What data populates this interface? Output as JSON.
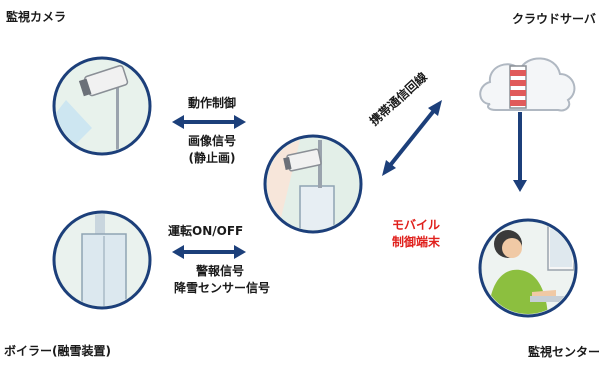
{
  "labels": {
    "camera": "監視カメラ",
    "boiler": "ボイラー(融雪装置)",
    "cloud": "クラウドサーバ",
    "center": "監視センター",
    "mobile_line": "携帯通信回線",
    "mobile_term_1": "モバイル",
    "mobile_term_2": "制御端末",
    "ctrl_1": "動作制御",
    "ctrl_2": "画像信号",
    "ctrl_3": "(静止画)",
    "boiler_1": "運転ON/OFF",
    "boiler_2": "警報信号",
    "boiler_3": "降雪センサー信号"
  },
  "colors": {
    "navy": "#1c3f7a",
    "red": "#e0201c",
    "circle_fill": "#e5f0ea",
    "sky": "#cde6f1"
  },
  "icons": [
    "camera-icon",
    "boiler-icon",
    "cloud-server-icon",
    "operator-icon",
    "mobile-controller-icon"
  ]
}
